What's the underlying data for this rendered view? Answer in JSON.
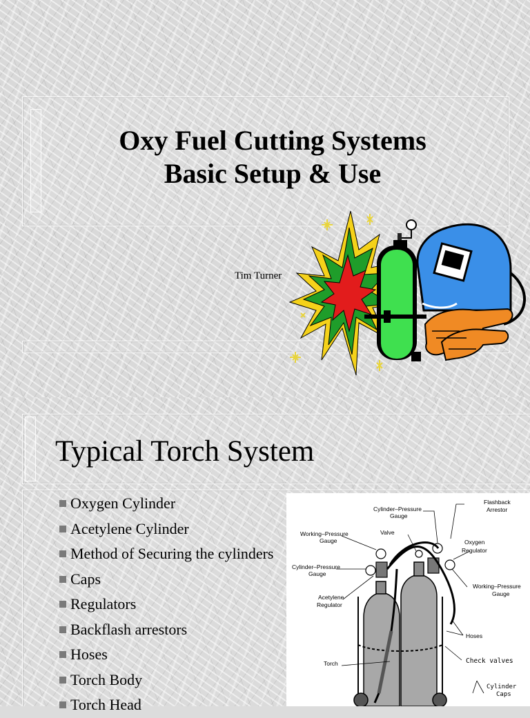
{
  "slide1": {
    "title_line1": "Oxy Fuel Cutting Systems",
    "title_line2": "Basic Setup & Use",
    "author": "Tim Turner",
    "clipart": [
      "burst-icon",
      "gas-cylinder-icon",
      "welding-helmet-icon",
      "gloves-icon"
    ]
  },
  "slide2": {
    "title": "Typical Torch System",
    "bullets": [
      "Oxygen Cylinder",
      "Acetylene Cylinder",
      "Method of Securing the cylinders",
      "Caps",
      "Regulators",
      "Backflash arrestors",
      "Hoses",
      "Torch Body",
      "Torch Head"
    ],
    "diagram_labels": {
      "flashback": [
        "Flashback",
        "Arrestor"
      ],
      "cyl_pressure_top": [
        "Cylinder–Pressure",
        "Gauge"
      ],
      "working_pressure_left": [
        "Working–Pressure",
        "Gauge"
      ],
      "valve": "Valve",
      "oxygen_regulator": [
        "Oxygen",
        "Regulator"
      ],
      "cyl_pressure_left": [
        "Cylinder–Pressure",
        "Gauge"
      ],
      "working_pressure_right": [
        "Working–Pressure",
        "Gauge"
      ],
      "acetylene_regulator": [
        "Acetylene",
        "Regulator"
      ],
      "hoses": "Hoses",
      "torch": "Torch",
      "check_valves": "Check valves",
      "cylinder_caps": [
        "Cylinder",
        "Caps"
      ]
    }
  },
  "colors": {
    "cylinder_green": "#3fe04f",
    "helmet_blue": "#3a8fe8",
    "glove_orange": "#f08a24",
    "burst_red": "#e21c1c",
    "burst_green": "#1f9d2a",
    "burst_yellow": "#f5d21a",
    "bullet_gray": "#7a7a7a"
  }
}
